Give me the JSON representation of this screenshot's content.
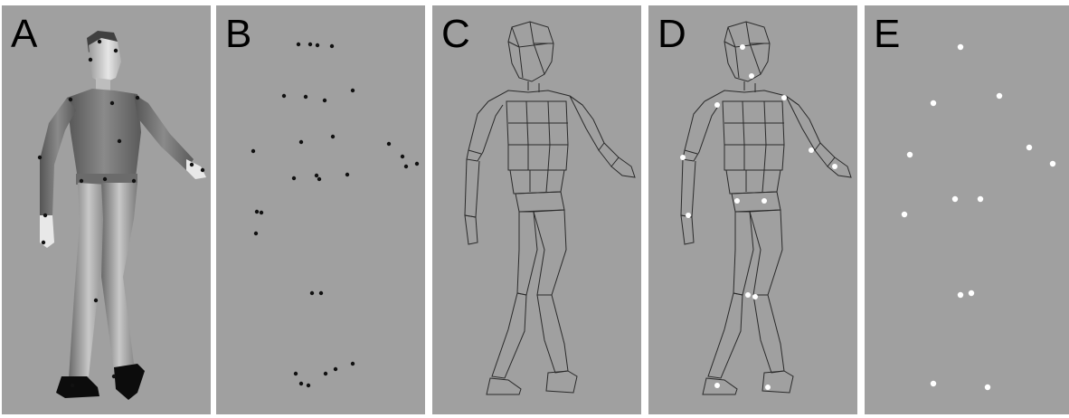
{
  "figure": {
    "panels": [
      {
        "id": "A",
        "label": "A"
      },
      {
        "id": "B",
        "label": "B"
      },
      {
        "id": "C",
        "label": "C"
      },
      {
        "id": "D",
        "label": "D"
      },
      {
        "id": "E",
        "label": "E"
      }
    ],
    "colors": {
      "background": "#a0a0a0",
      "marker_dark": "#111111",
      "marker_light": "#ffffff",
      "wireframe": "#2a2a2a"
    }
  }
}
